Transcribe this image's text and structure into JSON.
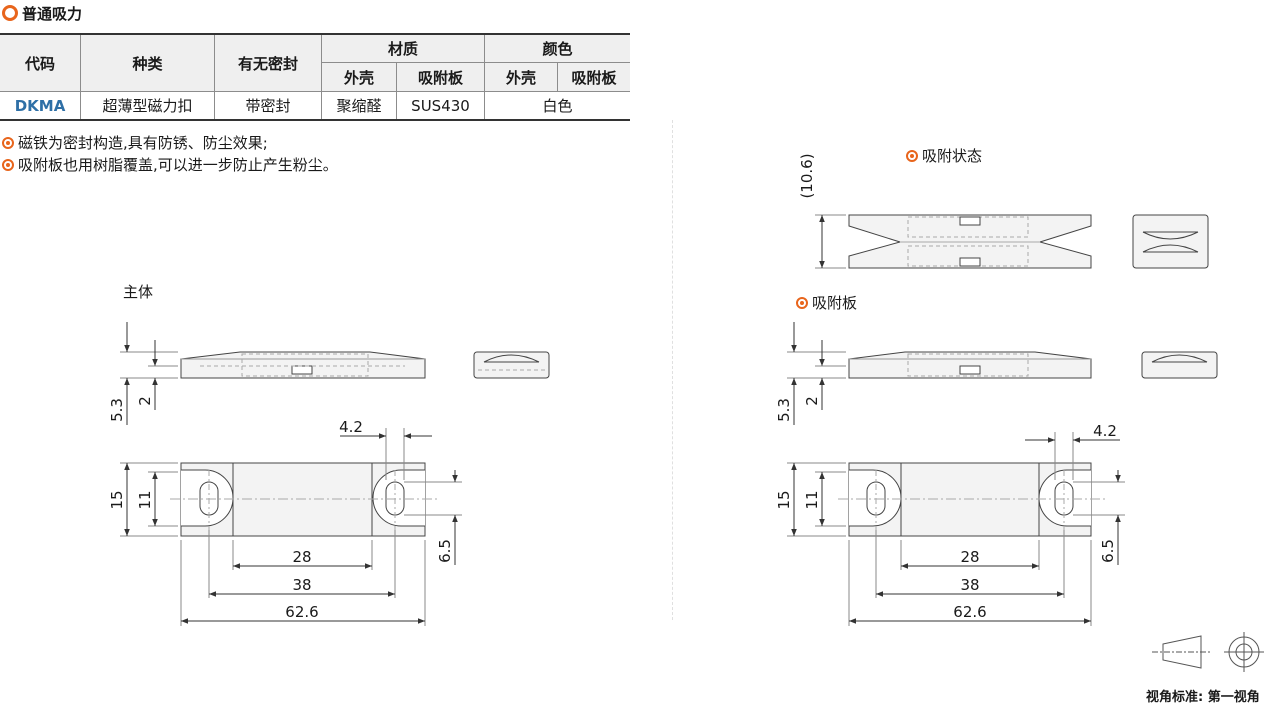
{
  "section_title": "普通吸力",
  "table": {
    "headers": {
      "code": "代码",
      "type": "种类",
      "seal": "有无密封",
      "material": "材质",
      "color": "颜色",
      "shell": "外壳",
      "plate": "吸附板",
      "color_shell": "外壳",
      "color_plate": "吸附板"
    },
    "rows": [
      {
        "code": "DKMA",
        "type": "超薄型磁力扣",
        "seal": "带密封",
        "shell_material": "聚缩醛",
        "plate_material": "SUS430",
        "color": "白色"
      }
    ]
  },
  "features": [
    "磁铁为密封构造,具有防锈、防尘效果;",
    "吸附板也用树脂覆盖,可以进一步防止产生粉尘。"
  ],
  "labels": {
    "main_body": "主体",
    "attached_state": "吸附状态",
    "plate": "吸附板"
  },
  "dimensions": {
    "main": {
      "h1": "5.3",
      "h2": "2",
      "w_slot": "4.2",
      "h_total": "15",
      "h_inner": "11",
      "d_slot": "6.5",
      "w_28": "28",
      "w_38": "38",
      "w_total": "62.6"
    },
    "plate": {
      "h1": "5.3",
      "h2": "2",
      "w_slot": "4.2",
      "h_total": "15",
      "h_inner": "11",
      "d_slot": "6.5",
      "w_28": "28",
      "w_38": "38",
      "w_total": "62.6"
    },
    "attached_height": "(10.6)"
  },
  "view_standard": "视角标准: 第一视角"
}
